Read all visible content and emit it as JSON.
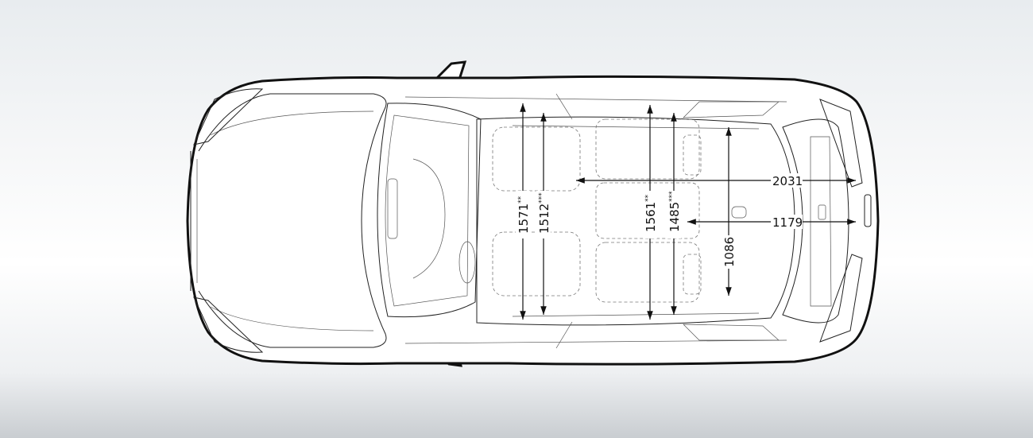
{
  "dimensions": {
    "front_shoulder_width": {
      "value": "1571",
      "mark": "**"
    },
    "front_elbow_width": {
      "value": "1512",
      "mark": "***"
    },
    "rear_shoulder_width": {
      "value": "1561",
      "mark": "**"
    },
    "rear_elbow_width": {
      "value": "1485",
      "mark": "***"
    },
    "cargo_width": {
      "value": "1086"
    },
    "cargo_length_seats_folded": {
      "value": "2031"
    },
    "cargo_length": {
      "value": "1179"
    }
  }
}
